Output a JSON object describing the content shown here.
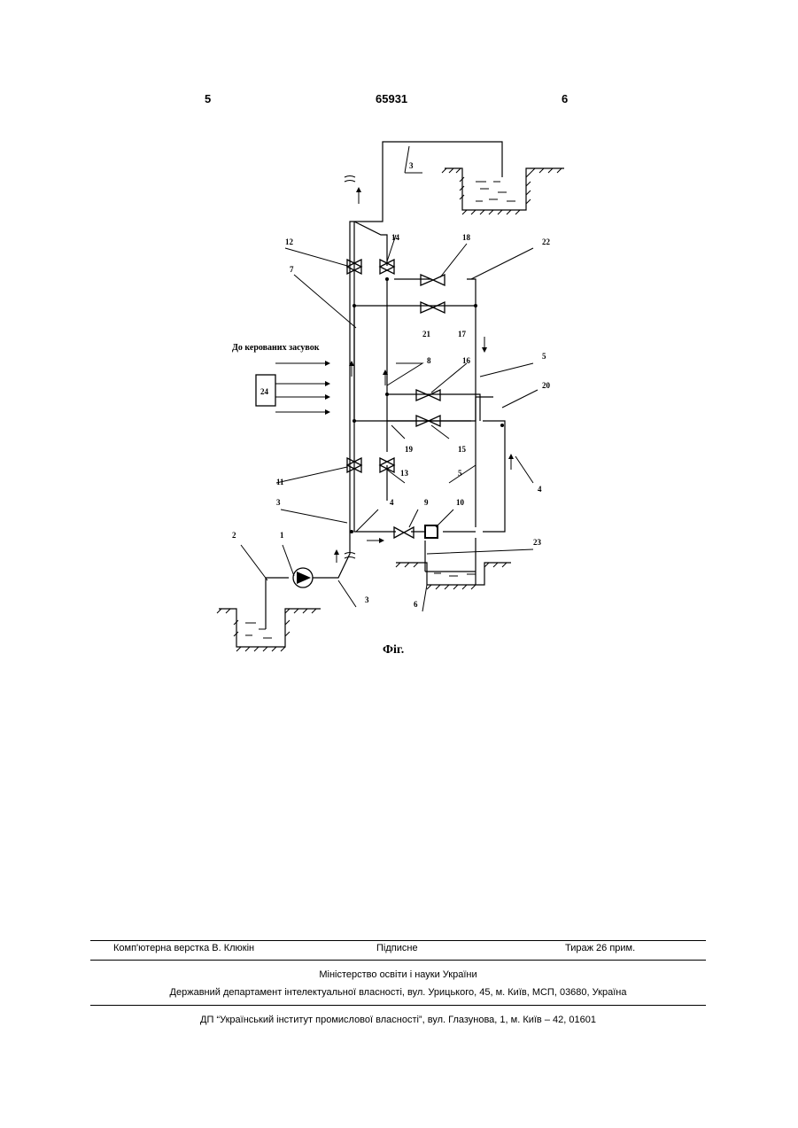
{
  "header": {
    "left_page": "5",
    "patent_number": "65931",
    "right_page": "6"
  },
  "figure": {
    "caption": "Фіг.",
    "control_label": "До керованих засувок",
    "block_24": "24",
    "labels": {
      "l1": "1",
      "l2": "2",
      "l3a": "3",
      "l3b": "3",
      "l3c": "3",
      "l4a": "4",
      "l4b": "4",
      "l5a": "5",
      "l5b": "5",
      "l6": "6",
      "l7": "7",
      "l8": "8",
      "l9": "9",
      "l10": "10",
      "l11": "11",
      "l12": "12",
      "l13": "13",
      "l14": "14",
      "l15": "15",
      "l16": "16",
      "l17": "17",
      "l18": "18",
      "l19": "19",
      "l20": "20",
      "l21": "21",
      "l22": "22",
      "l23": "23"
    }
  },
  "footer": {
    "layout": "Комп'ютерна верстка В. Клюкін",
    "signed": "Підписне",
    "copies": "Тираж 26 прим.",
    "ministry": "Міністерство освіти і науки України",
    "department": "Державний департамент інтелектуальної власності, вул. Урицького, 45, м. Київ, МСП, 03680, Україна",
    "institute": "ДП “Український інститут промислової власності”, вул. Глазунова, 1, м. Київ – 42, 01601"
  }
}
